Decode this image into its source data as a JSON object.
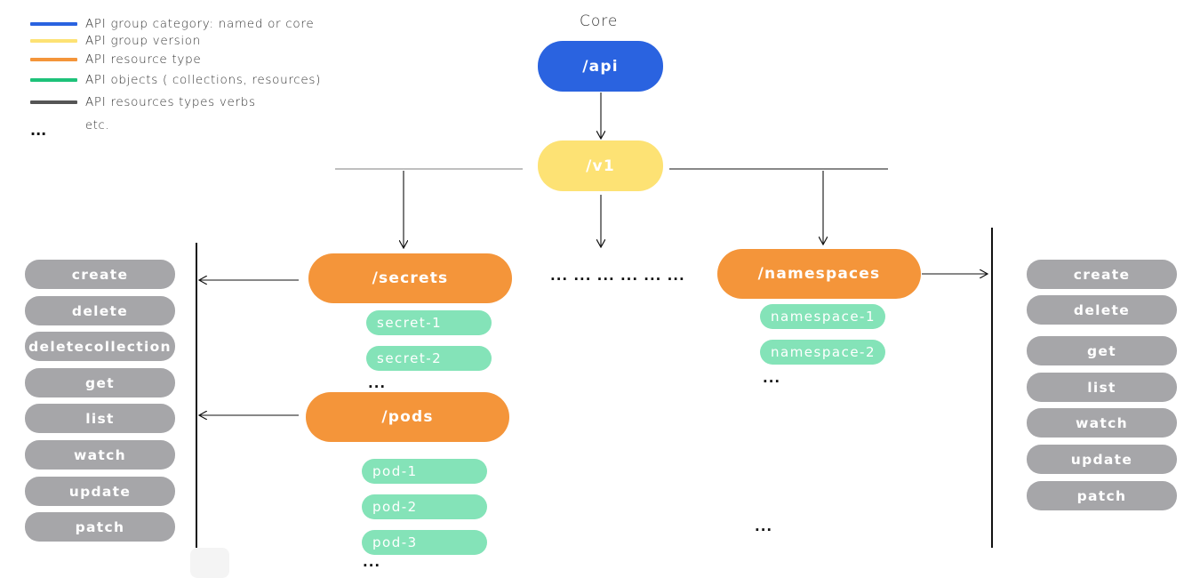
{
  "legend": [
    {
      "color": "#2a63e0",
      "label": "API group category: named or core"
    },
    {
      "color": "#fde274",
      "label": "API group version"
    },
    {
      "color": "#f4953a",
      "label": "API resource type"
    },
    {
      "color": "#1ec27a",
      "label": "API objects ( collections, resources)"
    },
    {
      "color": "#555555",
      "label": "API resources types verbs"
    }
  ],
  "legend_etc": {
    "dots": "...",
    "label": "etc."
  },
  "core_title": "Core",
  "nodes": {
    "api": "/api",
    "v1": "/v1",
    "secrets": "/secrets",
    "pods": "/pods",
    "namespaces": "/namespaces"
  },
  "objects": {
    "secrets": [
      "secret-1",
      "secret-2"
    ],
    "pods": [
      "pod-1",
      "pod-2",
      "pod-3"
    ],
    "namespaces": [
      "namespace-1",
      "namespace-2"
    ]
  },
  "ellipses": {
    "middle": "... ... ... ... ... ...",
    "secrets": "...",
    "pods": "...",
    "namespaces": "...",
    "bottom": "..."
  },
  "verbs_left": [
    "create",
    "delete",
    "deletecollection",
    "get",
    "list",
    "watch",
    "update",
    "patch"
  ],
  "verbs_right": [
    "create",
    "delete",
    "get",
    "list",
    "watch",
    "update",
    "patch"
  ],
  "colors": {
    "core": "#2a63e0",
    "version": "#fde274",
    "resource": "#f4953a",
    "object": "#84e3b8",
    "verb": "#a6a6a9"
  }
}
